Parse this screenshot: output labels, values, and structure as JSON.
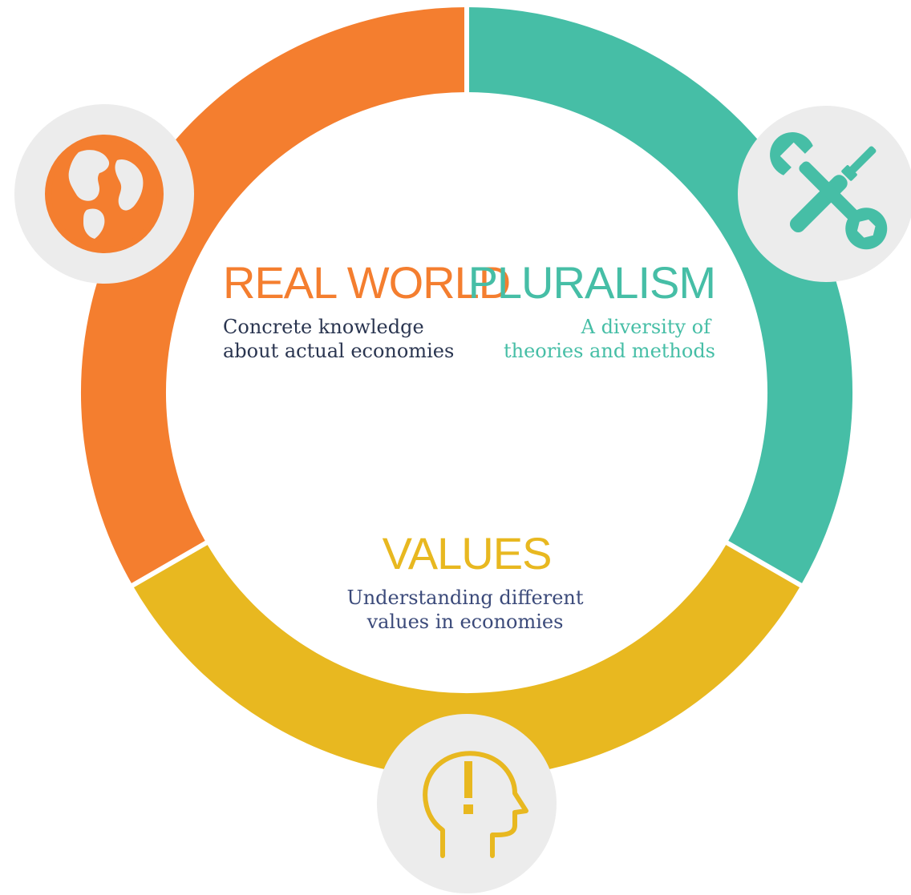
{
  "colors": {
    "real_world": "#F47E2F",
    "pluralism": "#46BEA6",
    "values_accent": "#E8B820",
    "values_desc": "#3B4A7A",
    "real_world_desc": "#2A3550",
    "icon_bg": "#ECECEC",
    "separator": "#FFFFFF"
  },
  "sections": {
    "real_world": {
      "title": "REAL WORLD",
      "desc_line1": "Concrete knowledge",
      "desc_line2": "about actual economies",
      "icon": "globe-icon"
    },
    "pluralism": {
      "title": "PLURALISM",
      "desc_line1": "A diversity of",
      "desc_line2": "theories and methods",
      "icon": "tools-icon"
    },
    "values": {
      "title": "VALUES",
      "desc_line1": "Understanding different",
      "desc_line2": "values in economies",
      "icon": "head-exclamation-icon"
    }
  }
}
